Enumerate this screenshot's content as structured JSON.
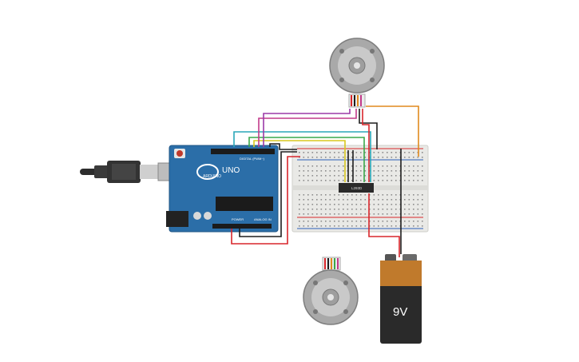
{
  "components": {
    "arduino": {
      "brand": "ARDUINO",
      "model": "UNO",
      "header_digital": "DIGITAL (PWM~)",
      "header_power": "POWER",
      "header_analog": "ANALOG IN"
    },
    "driver_chip": {
      "label": "L293D"
    },
    "battery": {
      "label": "9V"
    },
    "motors": [
      {
        "name": "motor-top"
      },
      {
        "name": "motor-bottom"
      }
    ]
  },
  "colors": {
    "board": "#2b6ea8",
    "breadboard": "#e9e9e6",
    "battery_top": "#c07a2c",
    "battery_body": "#2a2a2a",
    "wire_red": "#d9262b",
    "wire_black": "#1e1e1e",
    "wire_orange": "#e08a1e",
    "wire_purple": "#9b3aa8",
    "wire_magenta": "#c23a8a",
    "wire_teal": "#2aa7b8",
    "wire_green": "#3aa84a",
    "wire_yellow": "#d8c81e"
  }
}
